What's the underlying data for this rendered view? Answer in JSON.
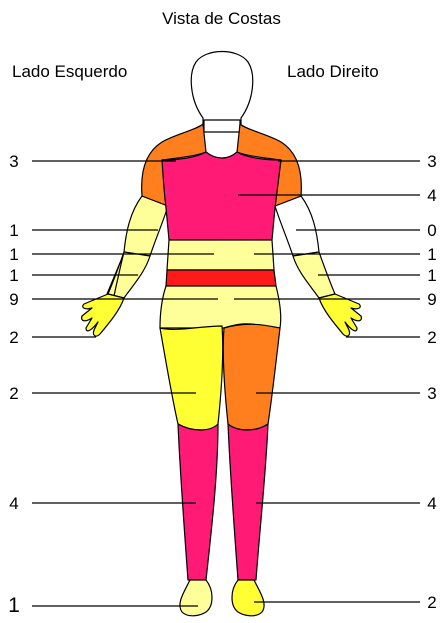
{
  "header": {
    "title": "Vista de Costas",
    "left_side_label": "Lado Esquerdo",
    "right_side_label": "Lado Direito"
  },
  "colors": {
    "score_0": "#ffffff",
    "score_1": "#ffff99",
    "score_2": "#ffff33",
    "score_3": "#ff7f1e",
    "score_4": "#ff1a75",
    "score_9": "#ff1a1a",
    "outline": "#000000"
  },
  "regions": [
    {
      "id": "left-shoulder",
      "side": "left",
      "value": "3"
    },
    {
      "id": "right-shoulder",
      "side": "right",
      "value": "3"
    },
    {
      "id": "upper-back",
      "side": "right",
      "value": "4"
    },
    {
      "id": "left-upper-arm",
      "side": "left",
      "value": "1"
    },
    {
      "id": "right-upper-arm",
      "side": "right",
      "value": "0"
    },
    {
      "id": "mid-back-left",
      "side": "left",
      "value": "1"
    },
    {
      "id": "mid-back-right",
      "side": "right",
      "value": "1"
    },
    {
      "id": "left-forearm",
      "side": "left",
      "value": "1"
    },
    {
      "id": "right-forearm",
      "side": "right",
      "value": "1"
    },
    {
      "id": "lower-back-left",
      "side": "left",
      "value": "9"
    },
    {
      "id": "lower-back-right",
      "side": "right",
      "value": "9"
    },
    {
      "id": "left-hand",
      "side": "left",
      "value": "2"
    },
    {
      "id": "right-hand",
      "side": "right",
      "value": "2"
    },
    {
      "id": "left-thigh",
      "side": "left",
      "value": "2"
    },
    {
      "id": "right-thigh",
      "side": "right",
      "value": "3"
    },
    {
      "id": "left-calf",
      "side": "left",
      "value": "4"
    },
    {
      "id": "right-calf",
      "side": "right",
      "value": "4"
    },
    {
      "id": "left-foot",
      "side": "left",
      "value": "1"
    },
    {
      "id": "right-foot",
      "side": "right",
      "value": "2"
    }
  ]
}
